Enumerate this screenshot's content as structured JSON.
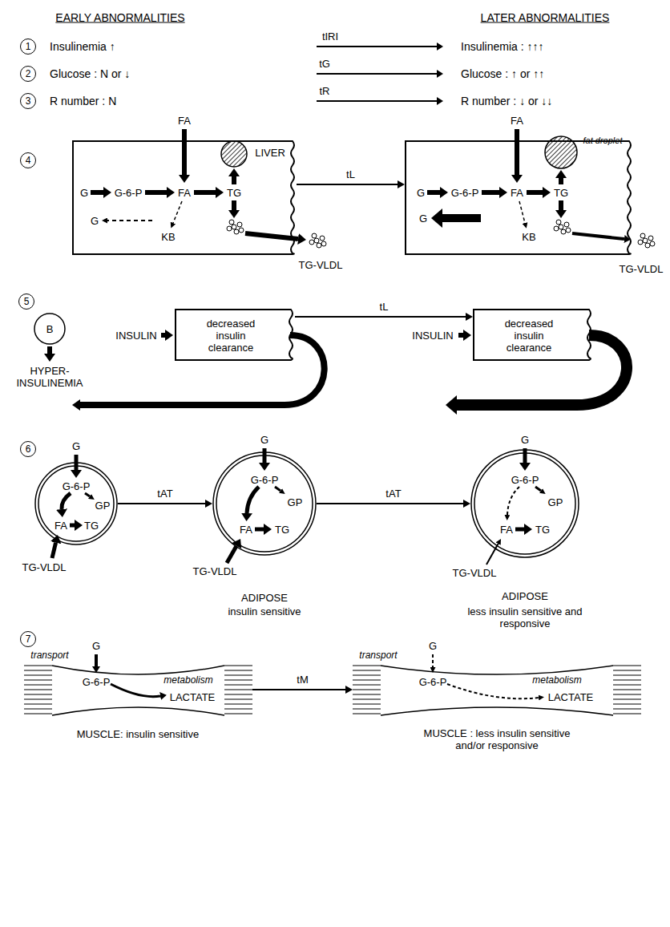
{
  "diagram": {
    "nodes": [
      {
        "text": [
          "FA",
          "LIVER",
          "G",
          "G-6-P",
          "FA",
          "TG",
          "G",
          "KB",
          "TG-VLDL"
        ]
      },
      {
        "text": [
          "FA",
          "fat droplet",
          "G",
          "G-6-P",
          "FA",
          "TG",
          "G",
          "KB",
          "TG-VLDL"
        ]
      },
      {
        "text": [
          "B"
        ]
      },
      {
        "text": [
          "decreased insulin clearance"
        ]
      },
      {
        "text": [
          "decreased insulin clearance"
        ]
      },
      {
        "text": [
          "G",
          "G-6-P",
          "GP",
          "FA",
          "TG",
          "TG-VLDL"
        ]
      },
      {
        "text": [
          "G",
          "G-6-P",
          "GP",
          "FA",
          "TG",
          "TG-VLDL"
        ]
      },
      {
        "text": [
          "G",
          "G-6-P",
          "GP",
          "FA",
          "TG",
          "TG-VLDL"
        ]
      },
      {
        "text": [
          "transport",
          "G",
          "G-6-P",
          "metabolism",
          "LACTATE"
        ]
      },
      {
        "text": [
          "transport",
          "G",
          "G-6-P",
          "metabolism",
          "LACTATE"
        ]
      }
    ],
    "edges": [
      {
        "from": 0,
        "to": 1,
        "label": "tL",
        "arrow": "to"
      },
      {
        "from": 3,
        "to": 4,
        "label": "tL",
        "arrow": "to"
      },
      {
        "from": 5,
        "to": 6,
        "label": "tAT",
        "arrow": "to"
      },
      {
        "from": 6,
        "to": 7,
        "label": "tAT",
        "arrow": "to"
      },
      {
        "from": 8,
        "to": 9,
        "label": "tM",
        "arrow": "to"
      }
    ],
    "labels": [
      "EARLY ABNORMALITIES",
      "LATER ABNORMALITIES",
      "1",
      "Insulinemia ↑",
      "tIRI",
      "Insulinemia : ↑↑↑",
      "2",
      "Glucose : N or ↓",
      "tG",
      "Glucose : ↑ or ↑↑",
      "3",
      "R number : N",
      "tR",
      "R number : ↓ or ↓↓",
      "4",
      "5",
      "HYPER- INSULINEMIA",
      "INSULIN",
      "INSULIN",
      "6",
      "ADIPOSE",
      "insulin sensitive",
      "ADIPOSE",
      "less insulin sensitive and responsive",
      "7",
      "MUSCLE: insulin sensitive",
      "MUSCLE : less insulin sensitive and/or responsive"
    ]
  }
}
